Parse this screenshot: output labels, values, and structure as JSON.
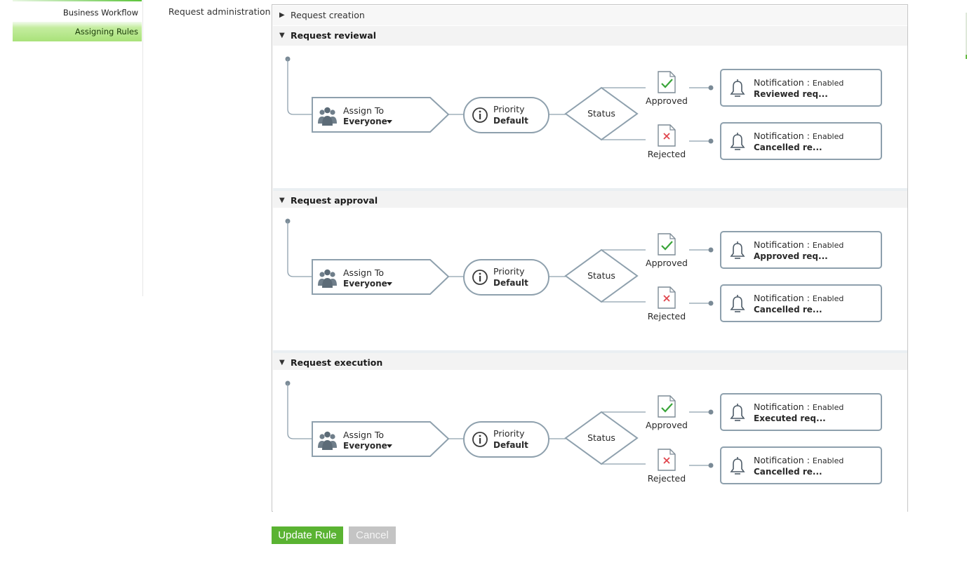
{
  "sidebar": {
    "items": [
      {
        "label": "Business Workflow",
        "active": false
      },
      {
        "label": "Assigning Rules",
        "active": true
      }
    ]
  },
  "field_label": "Request administration",
  "sections": [
    {
      "title": "Request creation",
      "expanded": false
    },
    {
      "title": "Request reviewal",
      "expanded": true,
      "assign": {
        "label": "Assign To",
        "value": "Everyone"
      },
      "priority": {
        "label": "Priority",
        "value": "Default"
      },
      "status": "Status",
      "approved": {
        "label": "Approved",
        "notification_label": "Notification",
        "notification_state": "Enabled",
        "notification_value": "Reviewed req..."
      },
      "rejected": {
        "label": "Rejected",
        "notification_label": "Notification",
        "notification_state": "Enabled",
        "notification_value": "Cancelled re..."
      }
    },
    {
      "title": "Request approval",
      "expanded": true,
      "assign": {
        "label": "Assign To",
        "value": "Everyone"
      },
      "priority": {
        "label": "Priority",
        "value": "Default"
      },
      "status": "Status",
      "approved": {
        "label": "Approved",
        "notification_label": "Notification",
        "notification_state": "Enabled",
        "notification_value": "Approved req..."
      },
      "rejected": {
        "label": "Rejected",
        "notification_label": "Notification",
        "notification_state": "Enabled",
        "notification_value": "Cancelled re..."
      }
    },
    {
      "title": "Request execution",
      "expanded": true,
      "assign": {
        "label": "Assign To",
        "value": "Everyone"
      },
      "priority": {
        "label": "Priority",
        "value": "Default"
      },
      "status": "Status",
      "approved": {
        "label": "Approved",
        "notification_label": "Notification",
        "notification_state": "Enabled",
        "notification_value": "Executed req..."
      },
      "rejected": {
        "label": "Rejected",
        "notification_label": "Notification",
        "notification_state": "Enabled",
        "notification_value": "Cancelled re..."
      }
    }
  ],
  "buttons": {
    "update": "Update Rule",
    "cancel": "Cancel"
  },
  "icons": {
    "assign": "people-icon",
    "priority": "info-icon",
    "approved": "document-check-icon",
    "rejected": "document-x-icon",
    "notification": "bell-icon",
    "section_toggle": "caret-icon"
  },
  "colors": {
    "accent_green": "#5ab332",
    "check_green": "#3aa53a",
    "reject_red": "#e0454d",
    "shape_stroke": "#8ea0ad",
    "icon_gray": "#6f7e8a"
  }
}
